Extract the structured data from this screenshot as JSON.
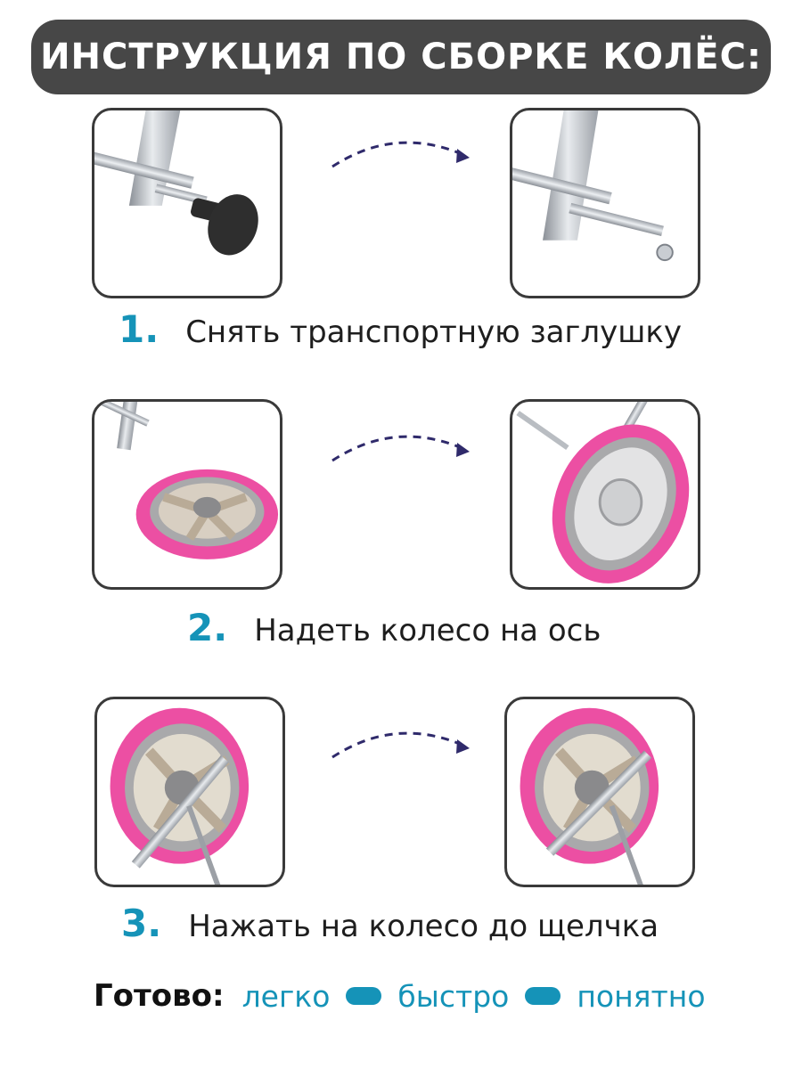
{
  "header": {
    "title": "ИНСТРУКЦИЯ ПО СБОРКЕ КОЛЁС:"
  },
  "steps": [
    {
      "number": "1.",
      "text": "Снять транспортную заглушку"
    },
    {
      "number": "2.",
      "text": "Надеть колесо на ось"
    },
    {
      "number": "3.",
      "text": "Нажать на колесо до щелчка"
    }
  ],
  "footer": {
    "label": "Готово:",
    "words": [
      "легко",
      "быстро",
      "понятно"
    ]
  },
  "colors": {
    "banner": "#474747",
    "accent": "#1593b8",
    "wheel_tire": "#ec4fa3",
    "arrow": "#2f2a6b"
  },
  "icons": [
    "dashed-curved-arrow-icon",
    "separator-pill-icon"
  ]
}
